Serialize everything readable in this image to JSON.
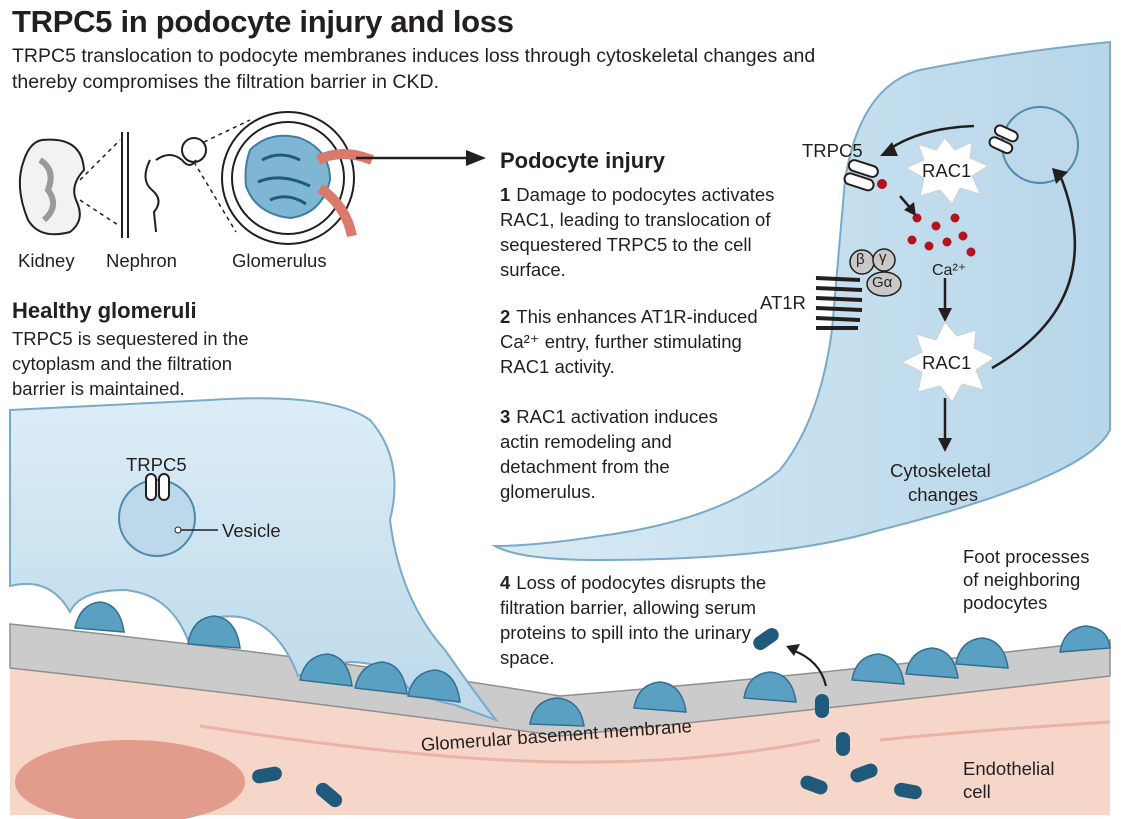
{
  "title": "TRPC5 in podocyte injury and loss",
  "subtitle": "TRPC5 translocation to podocyte membranes induces loss through cytoskeletal changes and thereby compromises the filtration barrier in CKD.",
  "anatomy": {
    "kidney": "Kidney",
    "nephron": "Nephron",
    "glomerulus": "Glomerulus"
  },
  "healthy": {
    "heading": "Healthy glomeruli",
    "text": "TRPC5 is sequestered in the cytoplasm and the filtration barrier is maintained.",
    "trpc5_label": "TRPC5",
    "vesicle_label": "Vesicle"
  },
  "injury": {
    "heading": "Podocyte injury",
    "steps": [
      {
        "num": "1",
        "text": "Damage to podocytes activates RAC1, leading to translocation of sequestered TRPC5 to the cell surface."
      },
      {
        "num": "2",
        "text": "This enhances AT1R-induced Ca²⁺ entry, further stimulating RAC1 activity."
      },
      {
        "num": "3",
        "text": "RAC1 activation induces actin remodeling and detachment from the glomerulus."
      },
      {
        "num": "4",
        "text": "Loss of podocytes disrupts the filtration barrier, allowing serum proteins to spill into the urinary space."
      }
    ]
  },
  "pathway": {
    "trpc5": "TRPC5",
    "rac1_top": "RAC1",
    "rac1_bottom": "RAC1",
    "ca": "Ca²⁺",
    "at1r": "AT1R",
    "beta": "β",
    "gamma": "γ",
    "galpha": "Gα",
    "cytoskeletal_1": "Cytoskeletal",
    "cytoskeletal_2": "changes"
  },
  "labels": {
    "gbm": "Glomerular basement membrane",
    "foot_1": "Foot processes",
    "foot_2": "of neighboring",
    "foot_3": "podocytes",
    "endothelial_1": "Endothelial",
    "endothelial_2": "cell"
  },
  "colors": {
    "cell_fill": "#cde4f0",
    "cell_edge": "#7aa9c6",
    "foot_fill": "#5aa0c2",
    "membrane": "#c9c9c9",
    "endothelium": "#f6d5c8",
    "vessel": "#e39a8a",
    "protein": "#1f5a7a",
    "calcium": "#b3121f"
  }
}
